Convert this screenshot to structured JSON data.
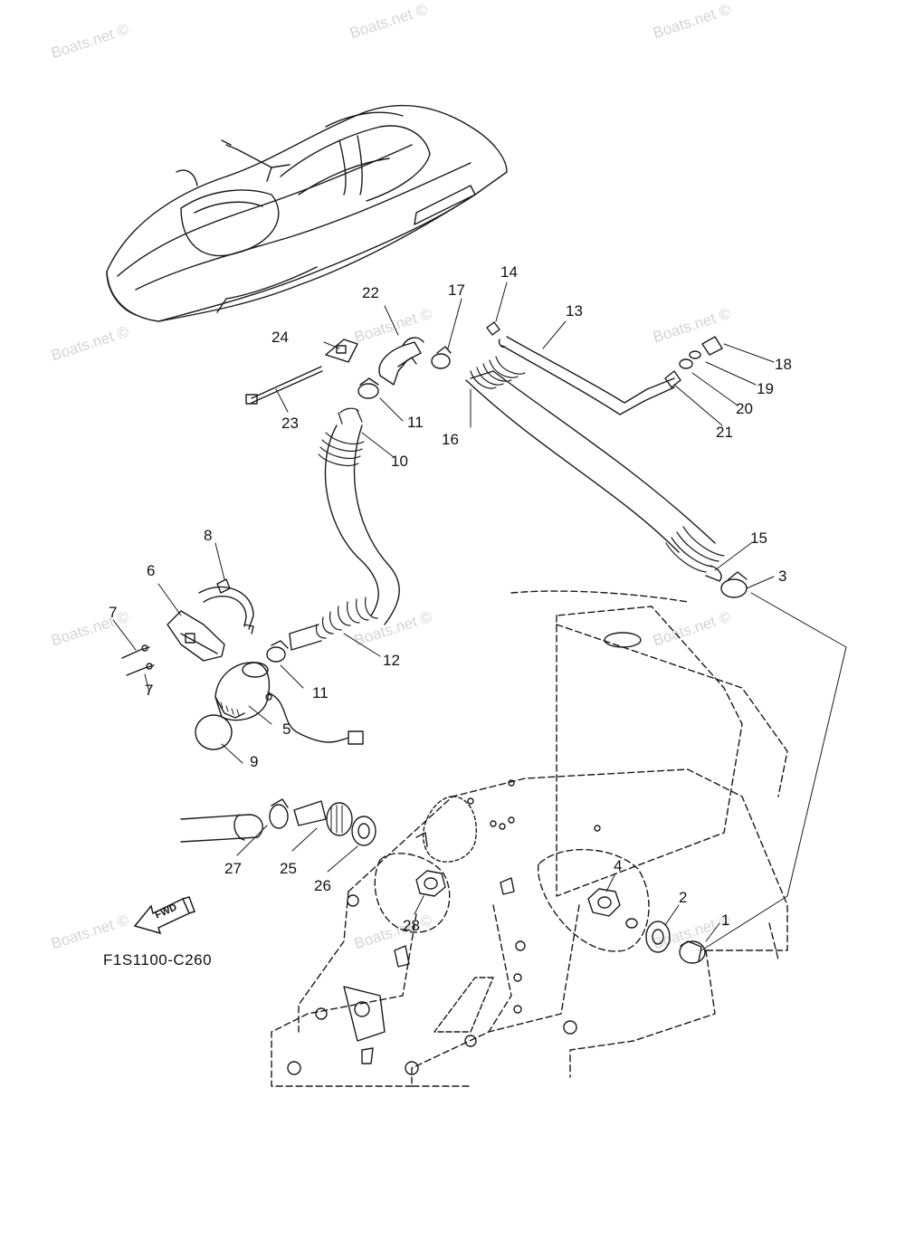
{
  "watermark_text": "Boats.net ©",
  "diagram_code": "F1S1100-C260",
  "fwd_label": "FWD",
  "callouts": [
    "1",
    "2",
    "3",
    "4",
    "5",
    "6",
    "7",
    "7",
    "8",
    "9",
    "10",
    "11",
    "11",
    "12",
    "13",
    "14",
    "15",
    "16",
    "17",
    "18",
    "19",
    "20",
    "21",
    "22",
    "23",
    "24",
    "25",
    "26",
    "27",
    "28"
  ],
  "line_color": "#1a1a1a",
  "watermark_color": "#d4d4d4"
}
